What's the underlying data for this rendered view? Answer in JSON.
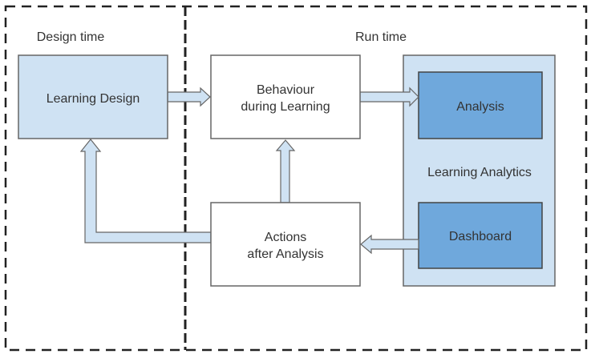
{
  "regions": {
    "design_time": {
      "label": "Design time"
    },
    "run_time": {
      "label": "Run time"
    }
  },
  "nodes": {
    "learning_design": {
      "label": "Learning Design"
    },
    "behaviour": {
      "line1": "Behaviour",
      "line2": "during Learning"
    },
    "actions": {
      "line1": "Actions",
      "line2": "after Analysis"
    },
    "learning_analytics": {
      "label": "Learning Analytics"
    },
    "analysis": {
      "label": "Analysis"
    },
    "dashboard": {
      "label": "Dashboard"
    }
  },
  "edges": [
    {
      "from": "Learning Design",
      "to": "Behaviour during Learning"
    },
    {
      "from": "Behaviour during Learning",
      "to": "Analysis"
    },
    {
      "from": "Dashboard",
      "to": "Actions after Analysis"
    },
    {
      "from": "Actions after Analysis",
      "to": "Behaviour during Learning"
    },
    {
      "from": "Actions after Analysis",
      "to": "Learning Design"
    }
  ],
  "colors": {
    "light_fill": "#cfe2f3",
    "dark_fill": "#6fa8dc",
    "box_stroke": "#666666",
    "dash_stroke": "#222222",
    "text": "#333333"
  }
}
